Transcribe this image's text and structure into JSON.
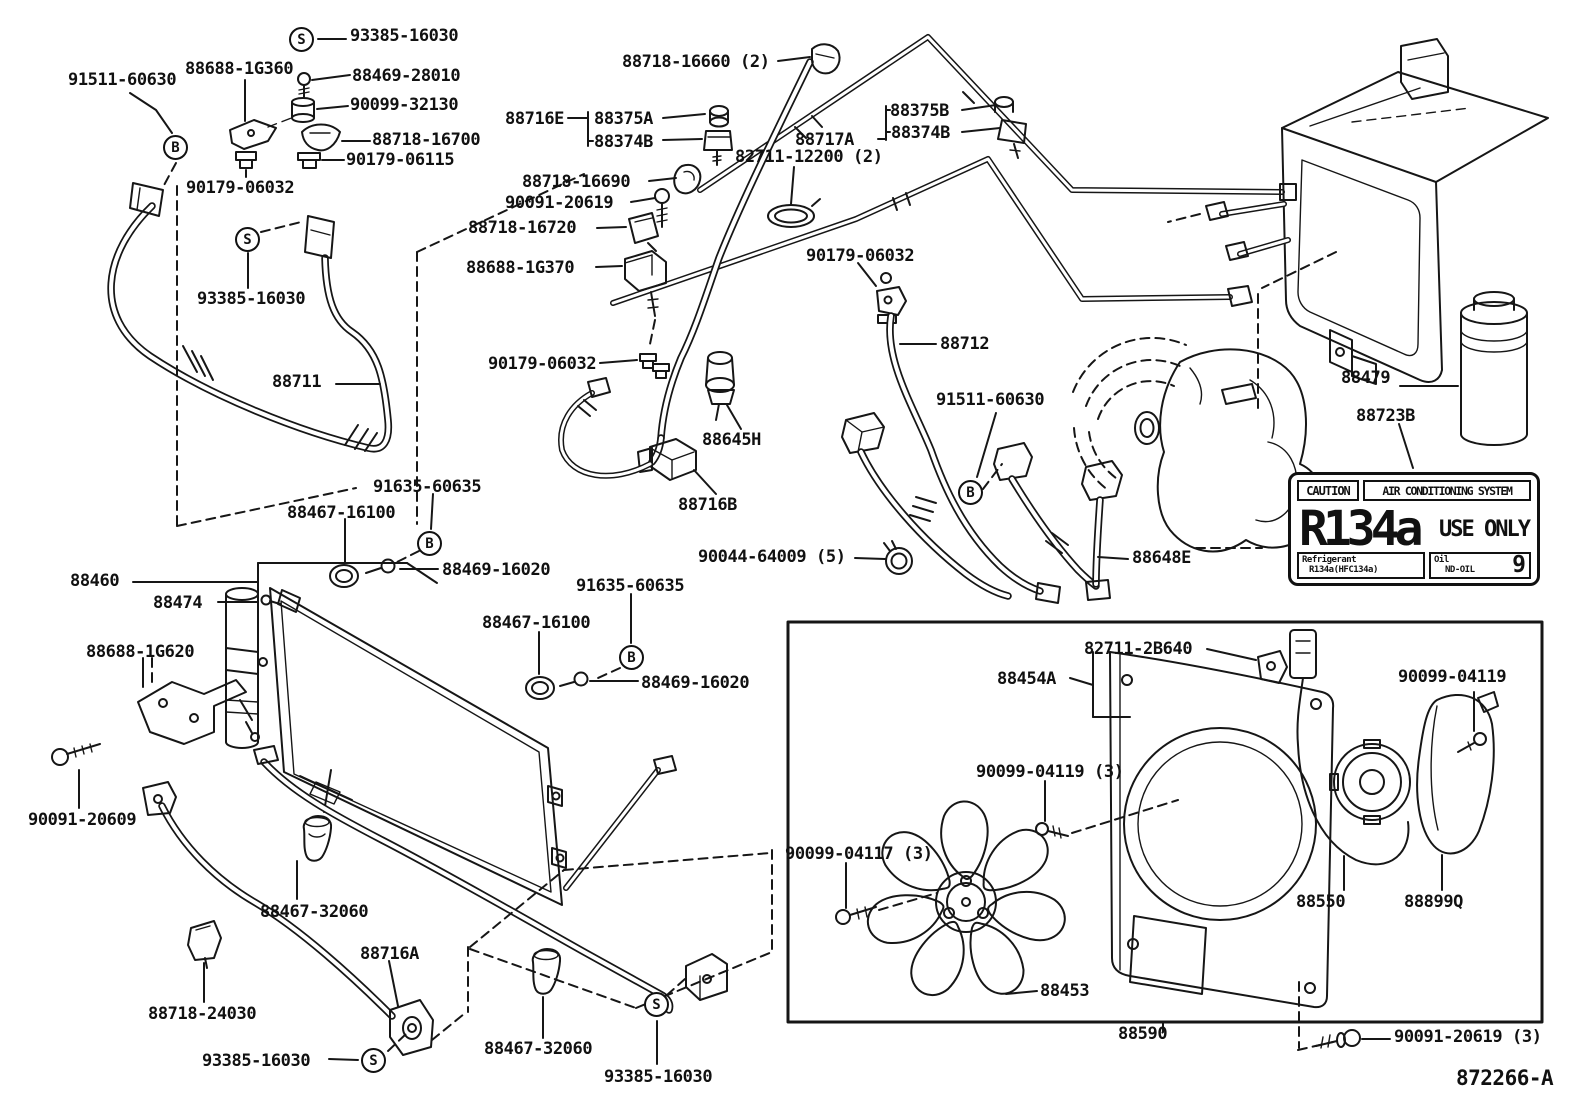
{
  "doc_number": "872266-A",
  "markers": {
    "s": "S",
    "b": "B"
  },
  "caution_label": {
    "caution": "CAUTION",
    "system": "AIR CONDITIONING SYSTEM",
    "refrigerant_code": "R134a",
    "use_only": "USE ONLY",
    "refrigerant_label": "Refrigerant",
    "refrigerant_value": "R134a(HFC134a)",
    "oil_label": "Oil",
    "oil_value": "ND-OIL",
    "oil_grade": "9"
  },
  "callouts": [
    "93385-16030",
    "91511-60630",
    "88688-1G360",
    "88469-28010",
    "90099-32130",
    "88718-16700",
    "90179-06115",
    "90179-06032",
    "88718-16660 (2)",
    "88716E",
    "88375A",
    "88374B",
    "88717A",
    "88375B",
    "88374B",
    "82711-12200 (2)",
    "88718-16690",
    "90091-20619",
    "88718-16720",
    "88688-1G370",
    "90179-06032",
    "93385-16030",
    "88711",
    "90179-06032",
    "88645H",
    "88716B",
    "90044-64009 (5)",
    "88712",
    "91511-60630",
    "88648E",
    "88479",
    "88723B",
    "91635-60635",
    "88467-16100",
    "88460",
    "88474",
    "88688-1G620",
    "88469-16020",
    "91635-60635",
    "88467-16100",
    "88469-16020",
    "90091-20609",
    "88467-32060",
    "88716A",
    "88718-24030",
    "93385-16030",
    "88467-32060",
    "93385-16030",
    "82711-2B640",
    "88454A",
    "90099-04119 (3)",
    "90099-04117 (3)",
    "90099-04119",
    "88550",
    "88899Q",
    "88453",
    "88590",
    "90091-20619 (3)"
  ]
}
